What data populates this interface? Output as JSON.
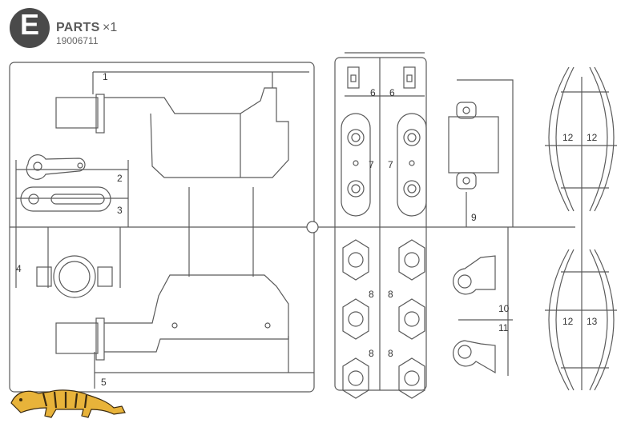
{
  "header": {
    "sprue_letter": "E",
    "title": "PARTS",
    "quantity": "×1",
    "code": "19006711"
  },
  "part_numbers": [
    "1",
    "2",
    "3",
    "4",
    "5",
    "6",
    "6",
    "7",
    "7",
    "8",
    "8",
    "8",
    "8",
    "9",
    "10",
    "11",
    "12",
    "12",
    "12",
    "13"
  ],
  "logo": {
    "icon": "tiger-icon"
  },
  "colors": {
    "line": "#5a5a5a",
    "badge": "#4a4a4a",
    "logo": "#e8b33a"
  }
}
